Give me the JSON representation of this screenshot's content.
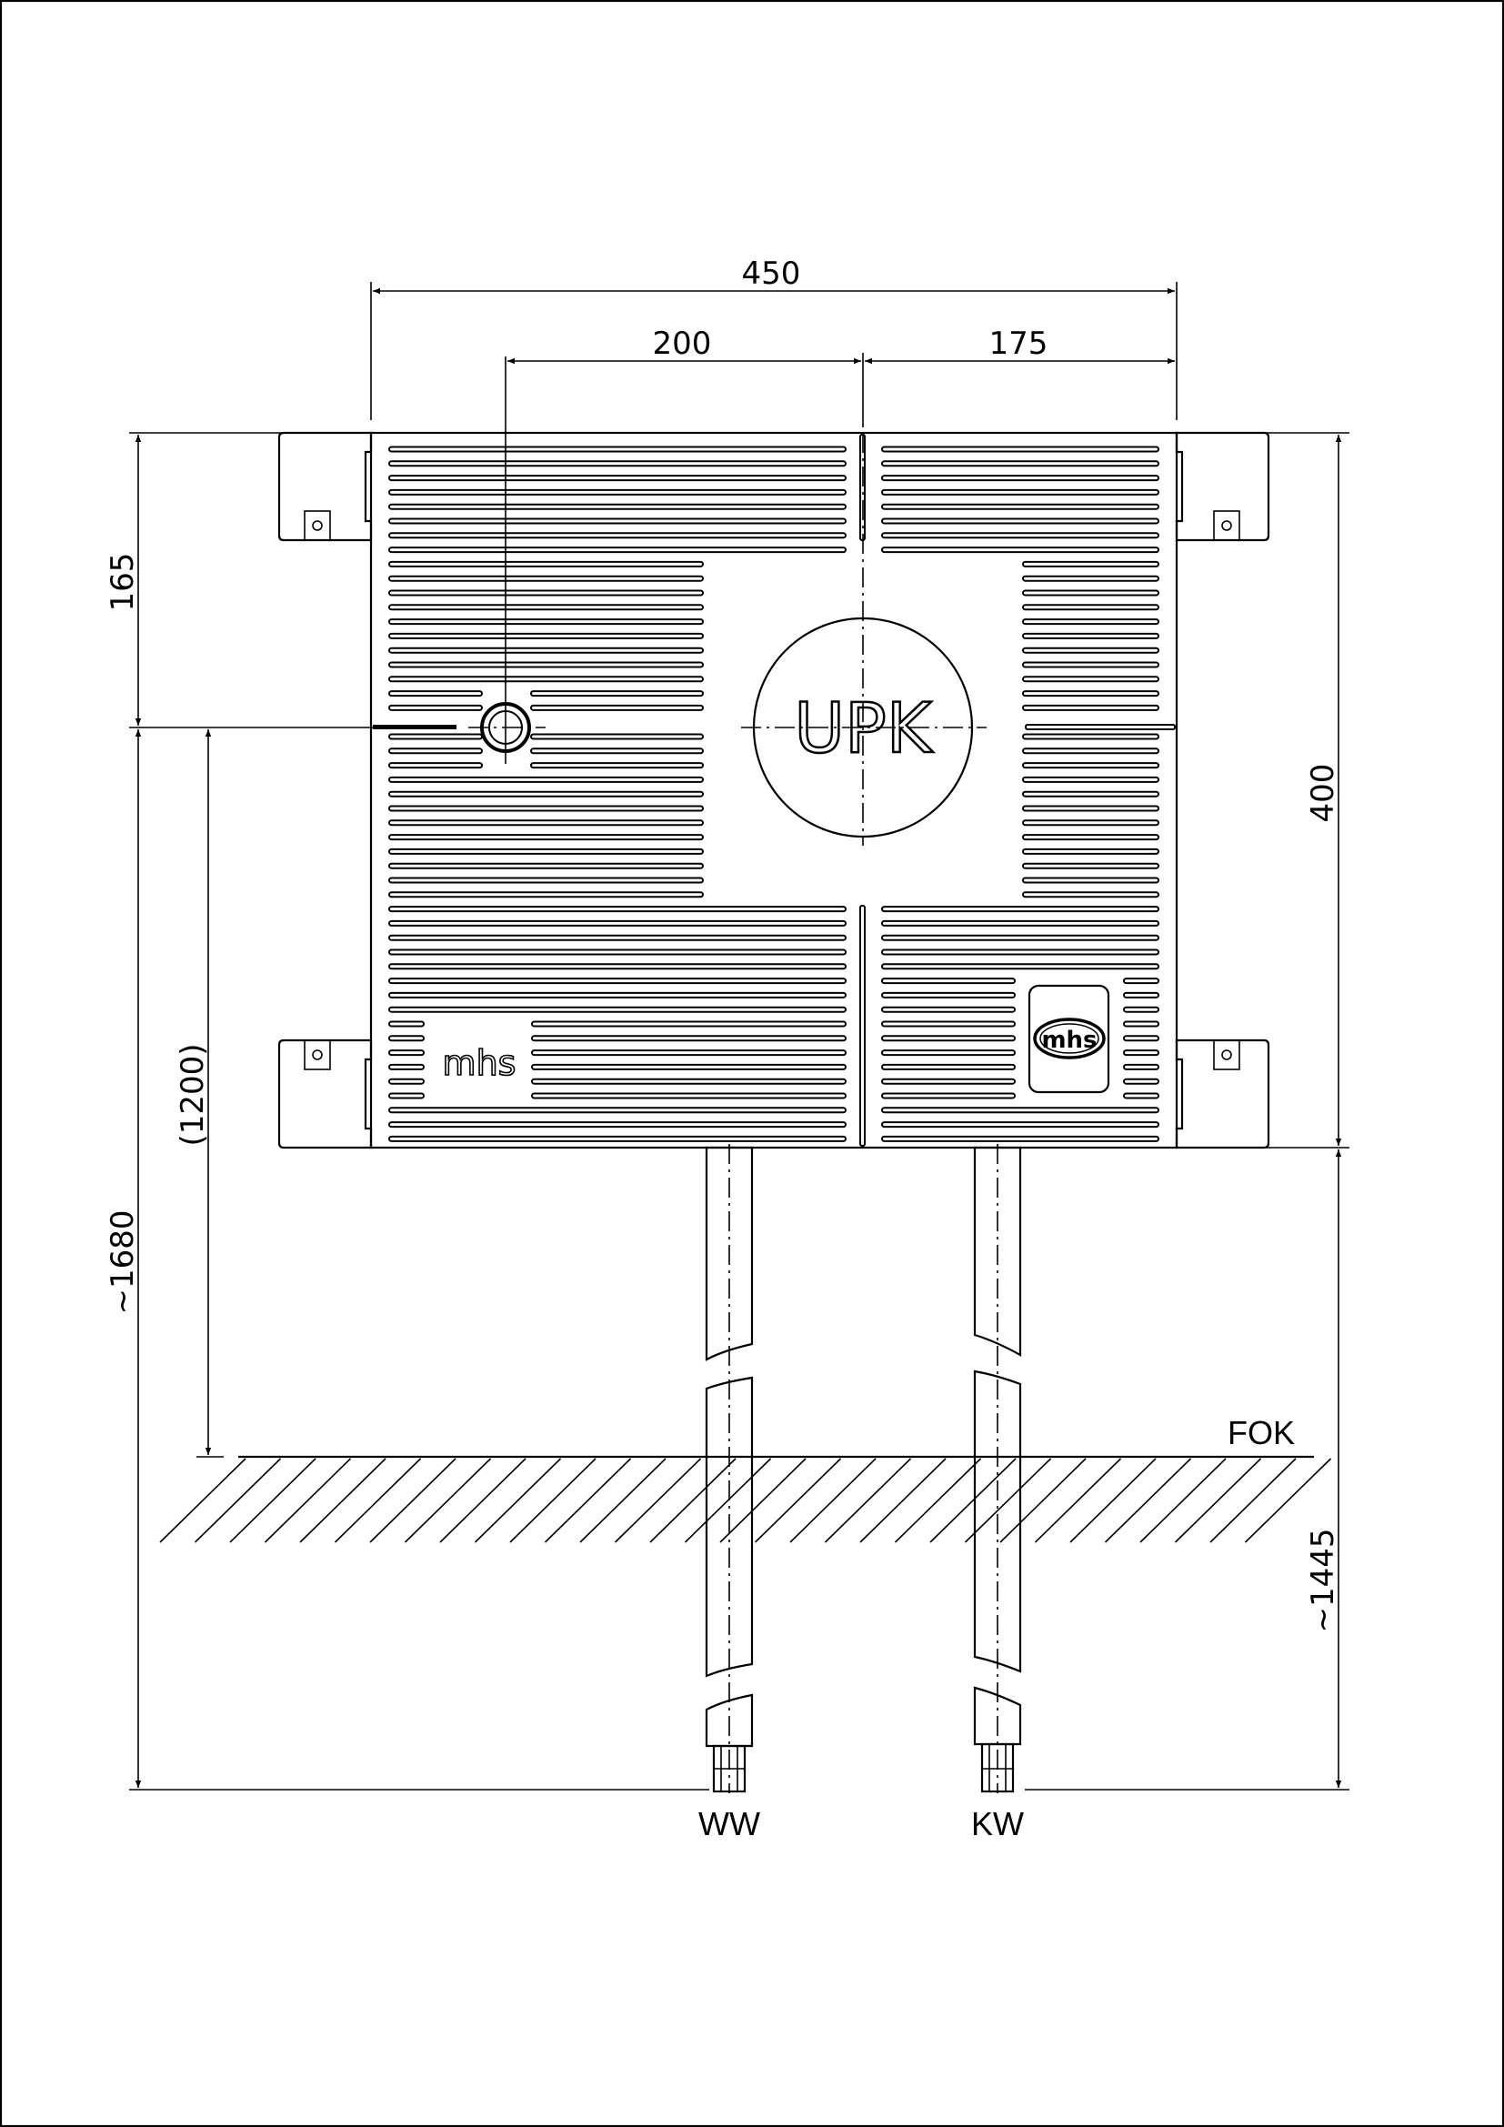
{
  "dimensions": {
    "width_total": "450",
    "left_to_center": "200",
    "right_part": "175",
    "top_height": "165",
    "box_height": "400",
    "to_floor": "(1200)",
    "total_height": "~1680",
    "pipe_length": "~1445"
  },
  "labels": {
    "center_box": "UPK",
    "floor": "FOK",
    "pipe_left": "WW",
    "pipe_right": "KW",
    "logo_left": "mhs",
    "logo_right": "mhs"
  }
}
